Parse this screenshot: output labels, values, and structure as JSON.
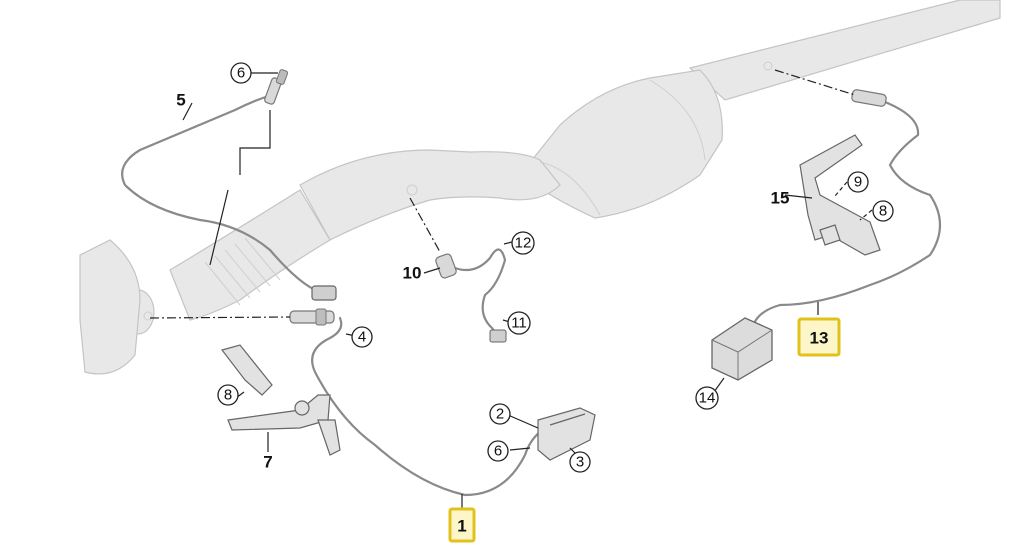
{
  "callouts": {
    "c1": "1",
    "c2": "2",
    "c3": "3",
    "c4": "4",
    "c5": "5",
    "c6_top": "6",
    "c6_bottom": "6",
    "c7": "7",
    "c8_left": "8",
    "c8_right": "8",
    "c9": "9",
    "c10": "10",
    "c11": "11",
    "c12": "12",
    "c13": "13",
    "c14": "14",
    "c15": "15"
  },
  "highlighted": [
    "1",
    "13"
  ],
  "colors": {
    "highlight_border": "#e3c11b",
    "highlight_fill": "#fdf6c8",
    "exhaust_fill": "#e7e7e7",
    "exhaust_stroke": "#bdbdbd",
    "wire": "#8a8a8a",
    "leader": "#222222"
  }
}
